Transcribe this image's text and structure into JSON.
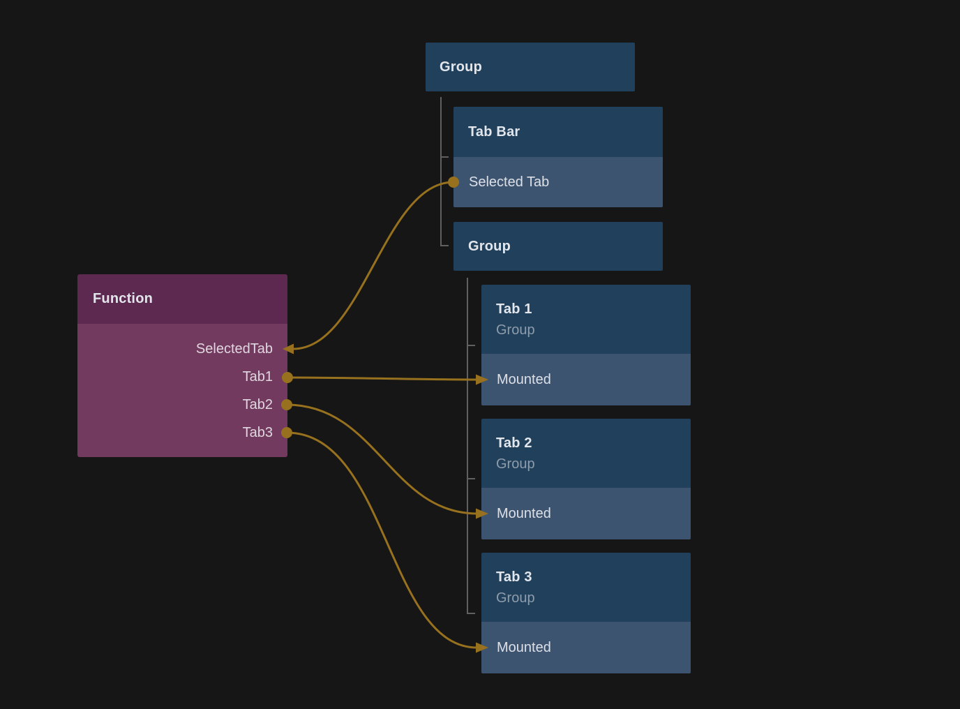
{
  "colors": {
    "canvas-bg": "#161616",
    "node-header": "#21405C",
    "node-row": "#3D5471",
    "function-header": "#5D2950",
    "function-body": "#733A60",
    "wire": "#97711E",
    "tree-line": "#606060",
    "title-text": "#E2E6EB",
    "subtitle-text": "#8E9DAC",
    "row-text": "#DCE0E6",
    "port-text": "#E0D6DF"
  },
  "nodes": {
    "group_top": {
      "title": "Group"
    },
    "tab_bar": {
      "title": "Tab Bar",
      "selected_tab": "Selected Tab"
    },
    "group_inner": {
      "title": "Group"
    },
    "tab_1": {
      "title": "Tab 1",
      "subtitle": "Group",
      "mounted": "Mounted"
    },
    "tab_2": {
      "title": "Tab 2",
      "subtitle": "Group",
      "mounted": "Mounted"
    },
    "tab_3": {
      "title": "Tab 3",
      "subtitle": "Group",
      "mounted": "Mounted"
    },
    "function": {
      "title": "Function",
      "ports": [
        {
          "label": "SelectedTab",
          "direction": "input"
        },
        {
          "label": "Tab1",
          "direction": "output"
        },
        {
          "label": "Tab2",
          "direction": "output"
        },
        {
          "label": "Tab3",
          "direction": "output"
        }
      ]
    }
  },
  "edges": [
    {
      "from": "tab_bar.selected_tab",
      "to": "function.SelectedTab"
    },
    {
      "from": "function.Tab1",
      "to": "tab_1.mounted"
    },
    {
      "from": "function.Tab2",
      "to": "tab_2.mounted"
    },
    {
      "from": "function.Tab3",
      "to": "tab_3.mounted"
    }
  ]
}
